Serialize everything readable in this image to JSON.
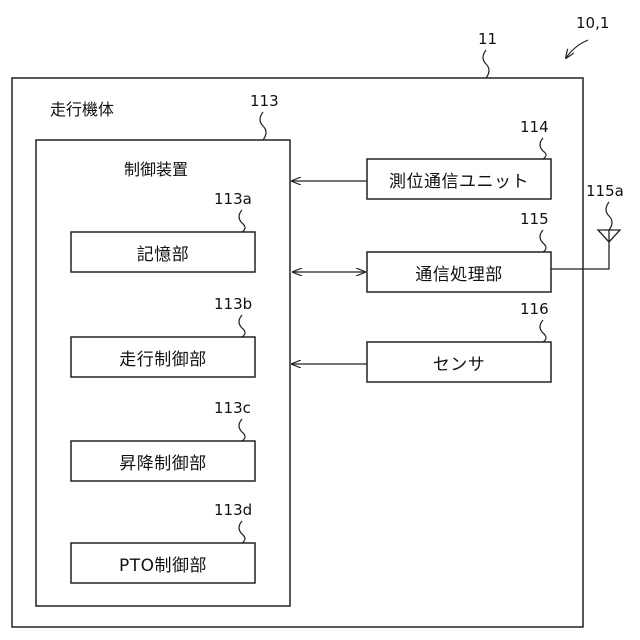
{
  "diagram": {
    "ref_system": "10,1",
    "ref_body": "11",
    "body_title": "走行機体",
    "controller": {
      "ref": "113",
      "title": "制御装置",
      "units": [
        {
          "ref": "113a",
          "label": "記憶部"
        },
        {
          "ref": "113b",
          "label": "走行制御部"
        },
        {
          "ref": "113c",
          "label": "昇降制御部"
        },
        {
          "ref": "113d",
          "label": "PTO制御部"
        }
      ]
    },
    "peripherals": [
      {
        "ref": "114",
        "label": "測位通信ユニット"
      },
      {
        "ref": "115",
        "label": "通信処理部"
      },
      {
        "ref": "116",
        "label": "センサ"
      }
    ],
    "antenna_ref": "115a"
  }
}
